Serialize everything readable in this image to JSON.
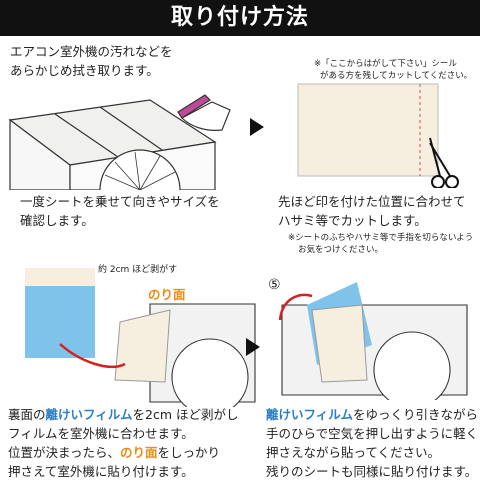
{
  "title": "取り付け方法",
  "step1": {
    "line1": "エアコン室外機の汚れなどを",
    "line2": "あらかじめ拭き取ります。"
  },
  "step2": {
    "note_line1": "※「ここからはがして下さい」シール",
    "note_line2": "がある方を残してカットしてください。",
    "line1": "先ほど印を付けた位置に合わせて",
    "line2": "ハサミ等でカットします。",
    "sub_line1": "※シートのふちやハサミ等で手指を切らないよう",
    "sub_line2": "お気をつけください。"
  },
  "step3": {
    "line1": "一度シートを乗せて向きやサイズを",
    "line2": "確認します。"
  },
  "step4": {
    "peel_label": "約 2cm ほど剥がす",
    "glue_label": "のり面",
    "line1_a": "裏面の",
    "line1_b": "離けいフィルム",
    "line1_c": "を2cm ほど剥がし",
    "line2": "フィルムを室外機に合わせます。",
    "line3_a": "位置が決まったら、",
    "line3_b": "のり面",
    "line3_c": "をしっかり",
    "line4": "押さえて室外機に貼り付けます。"
  },
  "step5": {
    "number": "⑤",
    "line1_a": "離けいフィルム",
    "line1_b": "をゆっくり引きながら",
    "line2": "手のひらで空気を押し出すように軽く",
    "line3": "押さえながら貼ってください。",
    "line4": "残りのシートも同様に貼り付けます。"
  },
  "colors": {
    "header_bg": "#111111",
    "accent_blue": "#2a7fc7",
    "accent_orange": "#ee8a1a",
    "sheet": "#f6efdf",
    "film": "#7fc3ea"
  }
}
